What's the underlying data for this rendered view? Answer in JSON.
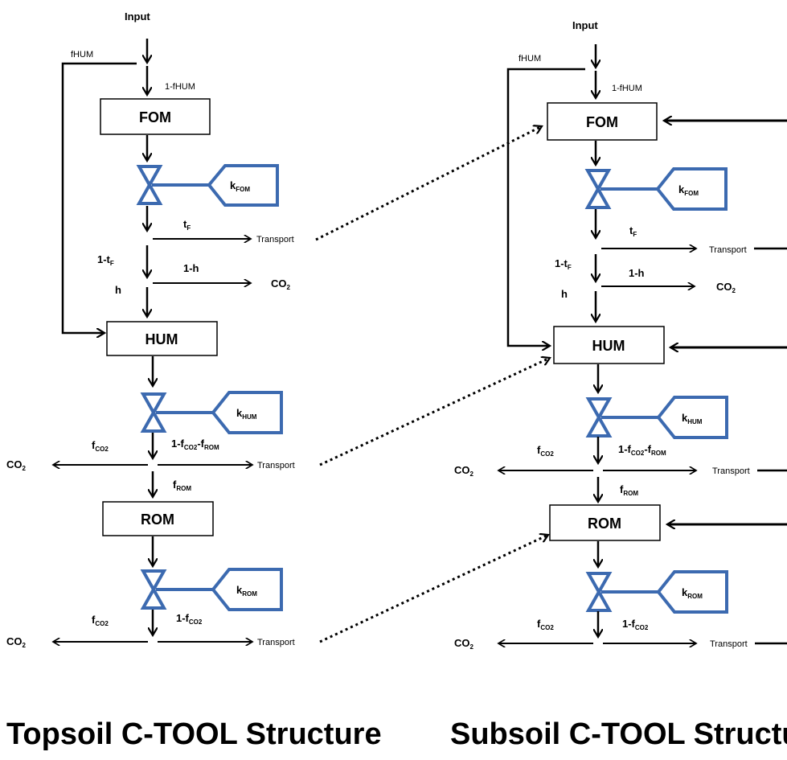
{
  "left": {
    "input": "Input",
    "fhum": "fHUM",
    "one_minus_fhum": "1-fHUM",
    "fom_box": "FOM",
    "hum_box": "HUM",
    "rom_box": "ROM",
    "k_fom": {
      "base": "k",
      "sub": "FOM"
    },
    "k_hum": {
      "base": "k",
      "sub": "HUM"
    },
    "k_rom": {
      "base": "k",
      "sub": "ROM"
    },
    "tf": {
      "base": "t",
      "sub": "F"
    },
    "one_minus_tf": {
      "base": "1-t",
      "sub": "F"
    },
    "one_minus_h": "1-h",
    "h": "h",
    "co2_1": {
      "base": "CO",
      "sub": "2"
    },
    "transport_1": "Transport",
    "fco2_1": {
      "base": "f",
      "sub": "CO2"
    },
    "one_minus_fco2_from": {
      "a": "1-f",
      "a_sub": "CO2",
      "b": "-f",
      "b_sub": "ROM"
    },
    "co2_2": {
      "base": "CO",
      "sub": "2"
    },
    "transport_2": "Transport",
    "from": {
      "base": "f",
      "sub": "ROM"
    },
    "fco2_2": {
      "base": "f",
      "sub": "CO2"
    },
    "one_minus_fco2": {
      "base": "1-f",
      "sub": "CO2"
    },
    "co2_3": {
      "base": "CO",
      "sub": "2"
    },
    "transport_3": "Transport",
    "title": "Topsoil C-TOOL Structure"
  },
  "right": {
    "input": "Input",
    "fhum": "fHUM",
    "one_minus_fhum": "1-fHUM",
    "fom_box": "FOM",
    "hum_box": "HUM",
    "rom_box": "ROM",
    "k_fom": {
      "base": "k",
      "sub": "FOM"
    },
    "k_hum": {
      "base": "k",
      "sub": "HUM"
    },
    "k_rom": {
      "base": "k",
      "sub": "ROM"
    },
    "tf": {
      "base": "t",
      "sub": "F"
    },
    "one_minus_tf": {
      "base": "1-t",
      "sub": "F"
    },
    "one_minus_h": "1-h",
    "h": "h",
    "co2_1": {
      "base": "CO",
      "sub": "2"
    },
    "transport_1": "Transport",
    "fco2_1": {
      "base": "f",
      "sub": "CO2"
    },
    "one_minus_fco2_from": {
      "a": "1-f",
      "a_sub": "CO2",
      "b": "-f",
      "b_sub": "ROM"
    },
    "co2_2": {
      "base": "CO",
      "sub": "2"
    },
    "transport_2": "Transport",
    "from": {
      "base": "f",
      "sub": "ROM"
    },
    "fco2_2": {
      "base": "f",
      "sub": "CO2"
    },
    "one_minus_fco2": {
      "base": "1-f",
      "sub": "CO2"
    },
    "co2_3": {
      "base": "CO",
      "sub": "2"
    },
    "transport_3": "Transport",
    "title": "Subsoil C-TOOL Structu"
  },
  "colors": {
    "valve": "#3c6ab0",
    "line": "#000000"
  }
}
